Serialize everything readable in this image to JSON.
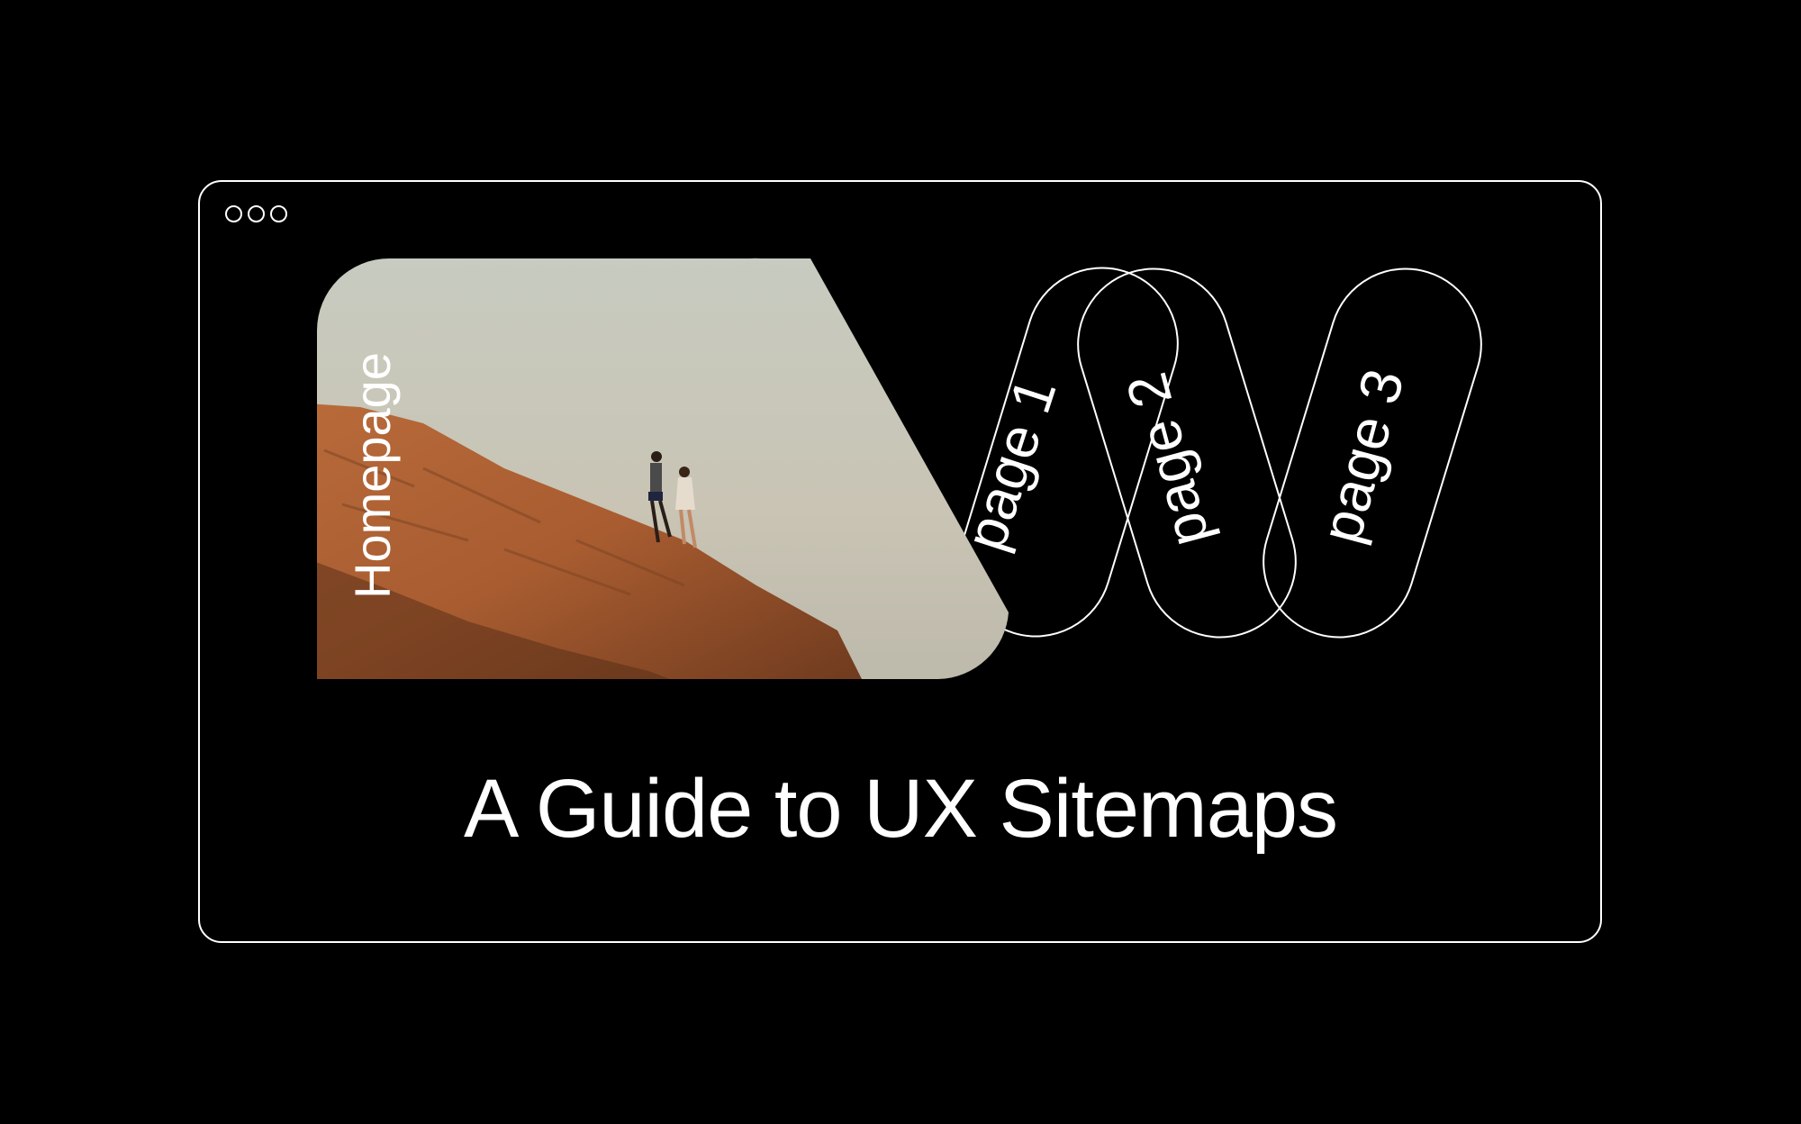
{
  "window": {
    "dots": [
      "dot-1",
      "dot-2",
      "dot-3"
    ]
  },
  "sitemap": {
    "home_label": "Homepage",
    "pages": [
      "page 1",
      "page 2",
      "page 3"
    ]
  },
  "title": "A Guide to UX Sitemaps",
  "colors": {
    "background": "#000000",
    "foreground": "#ffffff",
    "sky": "#c9cdc2",
    "hill": "#a55a30"
  }
}
